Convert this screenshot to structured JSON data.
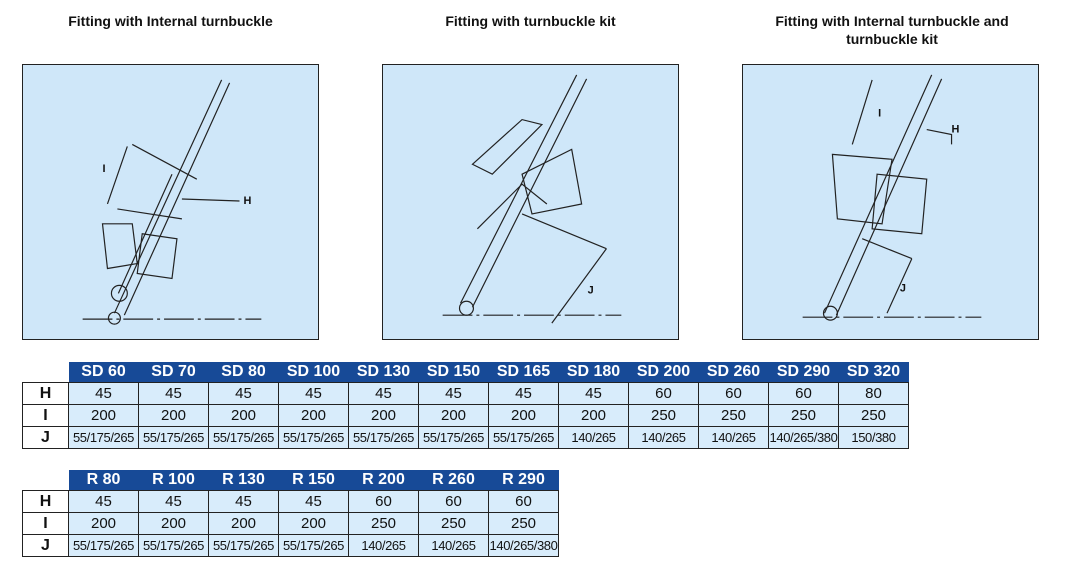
{
  "figures": [
    {
      "caption": "Fitting with Internal turnbuckle",
      "labels": {
        "i": "I",
        "h": "H"
      }
    },
    {
      "caption": "Fitting with turnbuckle kit",
      "labels": {
        "j": "J"
      }
    },
    {
      "caption": "Fitting with Internal turnbuckle and turnbuckle kit",
      "labels": {
        "i": "I",
        "h": "H",
        "j": "J"
      }
    }
  ],
  "table1": {
    "headers": [
      "SD 60",
      "SD 70",
      "SD 80",
      "SD 100",
      "SD 130",
      "SD 150",
      "SD 165",
      "SD 180",
      "SD 200",
      "SD 260",
      "SD 290",
      "SD 320"
    ],
    "rows": [
      {
        "label": "H",
        "values": [
          "45",
          "45",
          "45",
          "45",
          "45",
          "45",
          "45",
          "45",
          "60",
          "60",
          "60",
          "80"
        ]
      },
      {
        "label": "I",
        "values": [
          "200",
          "200",
          "200",
          "200",
          "200",
          "200",
          "200",
          "200",
          "250",
          "250",
          "250",
          "250"
        ]
      },
      {
        "label": "J",
        "values": [
          "55/175/265",
          "55/175/265",
          "55/175/265",
          "55/175/265",
          "55/175/265",
          "55/175/265",
          "55/175/265",
          "140/265",
          "140/265",
          "140/265",
          "140/265/380",
          "150/380"
        ]
      }
    ]
  },
  "table2": {
    "headers": [
      "R 80",
      "R 100",
      "R 130",
      "R 150",
      "R 200",
      "R 260",
      "R 290"
    ],
    "rows": [
      {
        "label": "H",
        "values": [
          "45",
          "45",
          "45",
          "45",
          "60",
          "60",
          "60"
        ]
      },
      {
        "label": "I",
        "values": [
          "200",
          "200",
          "200",
          "200",
          "250",
          "250",
          "250"
        ]
      },
      {
        "label": "J",
        "values": [
          "55/175/265",
          "55/175/265",
          "55/175/265",
          "55/175/265",
          "140/265",
          "140/265",
          "140/265/380"
        ]
      }
    ]
  }
}
